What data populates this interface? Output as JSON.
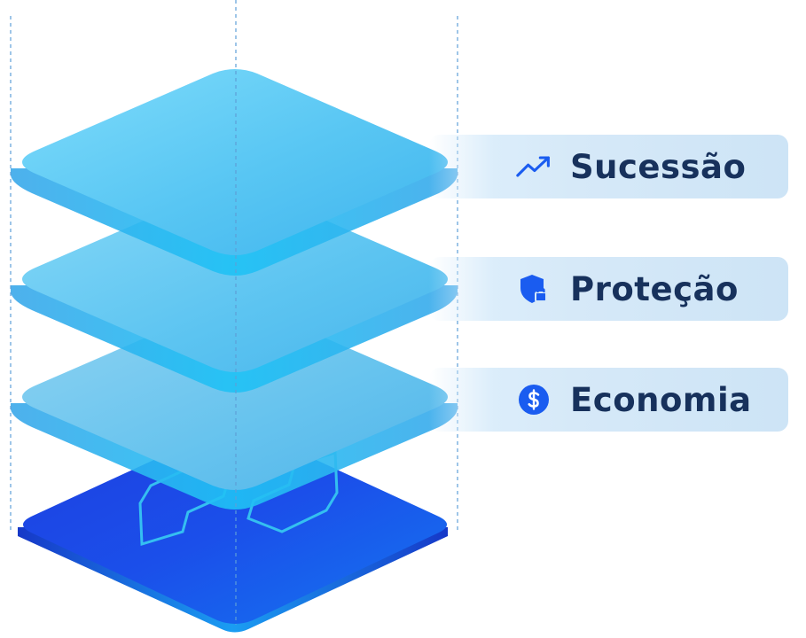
{
  "features": [
    {
      "label": "Sucessão",
      "icon": "trending-up-icon"
    },
    {
      "label": "Proteção",
      "icon": "shield-lock-icon"
    },
    {
      "label": "Economia",
      "icon": "dollar-circle-icon"
    }
  ],
  "colors": {
    "accent": "#1a5cf0",
    "label_text": "#17315c",
    "layer_light": "#6fd0f7",
    "layer_base": "#1a48e6",
    "pill_bg": "#d6e9f8"
  }
}
